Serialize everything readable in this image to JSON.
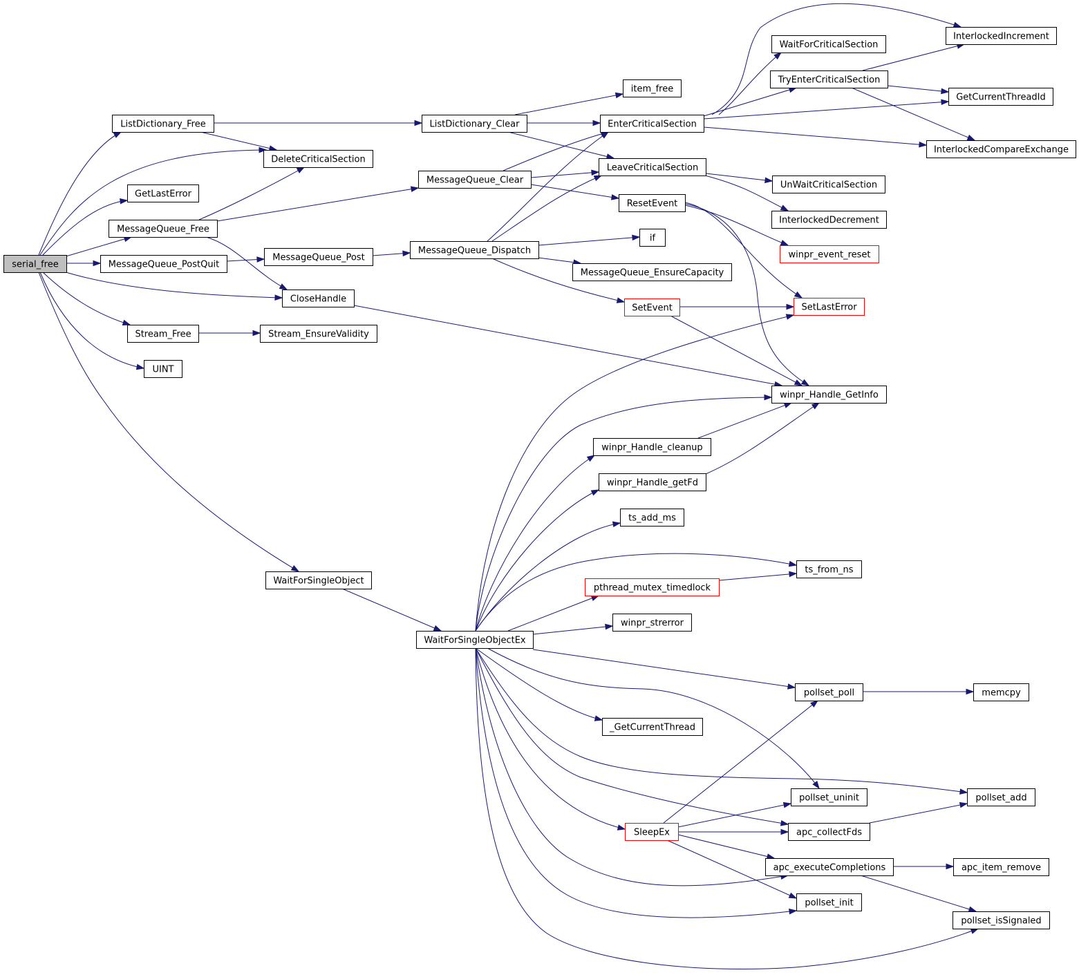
{
  "nodes": [
    {
      "id": "serial_free",
      "label": "serial_free",
      "style": "root"
    },
    {
      "id": "ListDictionary_Free",
      "label": "ListDictionary_Free"
    },
    {
      "id": "DeleteCriticalSection",
      "label": "DeleteCriticalSection"
    },
    {
      "id": "GetLastError",
      "label": "GetLastError"
    },
    {
      "id": "MessageQueue_Free",
      "label": "MessageQueue_Free"
    },
    {
      "id": "MessageQueue_PostQuit",
      "label": "MessageQueue_PostQuit"
    },
    {
      "id": "CloseHandle",
      "label": "CloseHandle"
    },
    {
      "id": "Stream_Free",
      "label": "Stream_Free"
    },
    {
      "id": "UINT",
      "label": "UINT"
    },
    {
      "id": "WaitForSingleObject",
      "label": "WaitForSingleObject"
    },
    {
      "id": "ListDictionary_Clear",
      "label": "ListDictionary_Clear"
    },
    {
      "id": "MessageQueue_Clear",
      "label": "MessageQueue_Clear"
    },
    {
      "id": "MessageQueue_Post",
      "label": "MessageQueue_Post"
    },
    {
      "id": "MessageQueue_Dispatch",
      "label": "MessageQueue_Dispatch"
    },
    {
      "id": "Stream_EnsureValidity",
      "label": "Stream_EnsureValidity"
    },
    {
      "id": "WaitForSingleObjectEx",
      "label": "WaitForSingleObjectEx"
    },
    {
      "id": "item_free",
      "label": "item_free"
    },
    {
      "id": "EnterCriticalSection",
      "label": "EnterCriticalSection"
    },
    {
      "id": "LeaveCriticalSection",
      "label": "LeaveCriticalSection"
    },
    {
      "id": "ResetEvent",
      "label": "ResetEvent"
    },
    {
      "id": "if",
      "label": "if"
    },
    {
      "id": "MessageQueue_EnsureCapacity",
      "label": "MessageQueue_EnsureCapacity"
    },
    {
      "id": "SetEvent",
      "label": "SetEvent",
      "style": "red"
    },
    {
      "id": "winpr_Handle_cleanup",
      "label": "winpr_Handle_cleanup"
    },
    {
      "id": "winpr_Handle_getFd",
      "label": "winpr_Handle_getFd"
    },
    {
      "id": "ts_add_ms",
      "label": "ts_add_ms"
    },
    {
      "id": "pthread_mutex_timedlock",
      "label": "pthread_mutex_timedlock",
      "style": "red"
    },
    {
      "id": "winpr_strerror",
      "label": "winpr_strerror"
    },
    {
      "id": "_GetCurrentThread",
      "label": "_GetCurrentThread"
    },
    {
      "id": "SleepEx",
      "label": "SleepEx",
      "style": "red"
    },
    {
      "id": "WaitForCriticalSection",
      "label": "WaitForCriticalSection"
    },
    {
      "id": "TryEnterCriticalSection",
      "label": "TryEnterCriticalSection"
    },
    {
      "id": "UnWaitCriticalSection",
      "label": "UnWaitCriticalSection"
    },
    {
      "id": "InterlockedDecrement",
      "label": "InterlockedDecrement"
    },
    {
      "id": "winpr_event_reset",
      "label": "winpr_event_reset",
      "style": "red"
    },
    {
      "id": "SetLastError",
      "label": "SetLastError",
      "style": "red"
    },
    {
      "id": "winpr_Handle_GetInfo",
      "label": "winpr_Handle_GetInfo"
    },
    {
      "id": "ts_from_ns",
      "label": "ts_from_ns"
    },
    {
      "id": "pollset_poll",
      "label": "pollset_poll"
    },
    {
      "id": "pollset_uninit",
      "label": "pollset_uninit"
    },
    {
      "id": "apc_collectFds",
      "label": "apc_collectFds"
    },
    {
      "id": "apc_executeCompletions",
      "label": "apc_executeCompletions"
    },
    {
      "id": "pollset_init",
      "label": "pollset_init"
    },
    {
      "id": "InterlockedIncrement",
      "label": "InterlockedIncrement"
    },
    {
      "id": "GetCurrentThreadId",
      "label": "GetCurrentThreadId"
    },
    {
      "id": "InterlockedCompareExchange",
      "label": "InterlockedCompareExchange"
    },
    {
      "id": "memcpy",
      "label": "memcpy"
    },
    {
      "id": "pollset_add",
      "label": "pollset_add"
    },
    {
      "id": "apc_item_remove",
      "label": "apc_item_remove"
    },
    {
      "id": "pollset_isSignaled",
      "label": "pollset_isSignaled"
    }
  ],
  "edges": [
    [
      "serial_free",
      "ListDictionary_Free"
    ],
    [
      "serial_free",
      "DeleteCriticalSection"
    ],
    [
      "serial_free",
      "GetLastError"
    ],
    [
      "serial_free",
      "MessageQueue_Free"
    ],
    [
      "serial_free",
      "MessageQueue_PostQuit"
    ],
    [
      "serial_free",
      "CloseHandle"
    ],
    [
      "serial_free",
      "Stream_Free"
    ],
    [
      "serial_free",
      "UINT"
    ],
    [
      "serial_free",
      "WaitForSingleObject"
    ],
    [
      "ListDictionary_Free",
      "DeleteCriticalSection"
    ],
    [
      "ListDictionary_Free",
      "ListDictionary_Clear"
    ],
    [
      "MessageQueue_Free",
      "DeleteCriticalSection"
    ],
    [
      "MessageQueue_Free",
      "MessageQueue_Clear"
    ],
    [
      "MessageQueue_Free",
      "CloseHandle"
    ],
    [
      "MessageQueue_PostQuit",
      "MessageQueue_Post"
    ],
    [
      "MessageQueue_Post",
      "MessageQueue_Dispatch"
    ],
    [
      "CloseHandle",
      "winpr_Handle_GetInfo"
    ],
    [
      "Stream_Free",
      "Stream_EnsureValidity"
    ],
    [
      "WaitForSingleObject",
      "WaitForSingleObjectEx"
    ],
    [
      "ListDictionary_Clear",
      "item_free"
    ],
    [
      "ListDictionary_Clear",
      "EnterCriticalSection"
    ],
    [
      "ListDictionary_Clear",
      "LeaveCriticalSection"
    ],
    [
      "MessageQueue_Clear",
      "EnterCriticalSection"
    ],
    [
      "MessageQueue_Clear",
      "LeaveCriticalSection"
    ],
    [
      "MessageQueue_Clear",
      "ResetEvent"
    ],
    [
      "MessageQueue_Dispatch",
      "EnterCriticalSection"
    ],
    [
      "MessageQueue_Dispatch",
      "LeaveCriticalSection"
    ],
    [
      "MessageQueue_Dispatch",
      "if"
    ],
    [
      "MessageQueue_Dispatch",
      "MessageQueue_EnsureCapacity"
    ],
    [
      "MessageQueue_Dispatch",
      "SetEvent"
    ],
    [
      "EnterCriticalSection",
      "WaitForCriticalSection"
    ],
    [
      "EnterCriticalSection",
      "TryEnterCriticalSection"
    ],
    [
      "EnterCriticalSection",
      "InterlockedIncrement"
    ],
    [
      "EnterCriticalSection",
      "GetCurrentThreadId"
    ],
    [
      "EnterCriticalSection",
      "InterlockedCompareExchange"
    ],
    [
      "TryEnterCriticalSection",
      "InterlockedIncrement"
    ],
    [
      "TryEnterCriticalSection",
      "GetCurrentThreadId"
    ],
    [
      "TryEnterCriticalSection",
      "InterlockedCompareExchange"
    ],
    [
      "LeaveCriticalSection",
      "UnWaitCriticalSection"
    ],
    [
      "LeaveCriticalSection",
      "InterlockedDecrement"
    ],
    [
      "ResetEvent",
      "winpr_event_reset"
    ],
    [
      "ResetEvent",
      "SetLastError"
    ],
    [
      "ResetEvent",
      "winpr_Handle_GetInfo"
    ],
    [
      "SetEvent",
      "SetLastError"
    ],
    [
      "SetEvent",
      "winpr_Handle_GetInfo"
    ],
    [
      "WaitForSingleObjectEx",
      "SetLastError"
    ],
    [
      "WaitForSingleObjectEx",
      "winpr_Handle_GetInfo"
    ],
    [
      "WaitForSingleObjectEx",
      "winpr_Handle_cleanup"
    ],
    [
      "WaitForSingleObjectEx",
      "winpr_Handle_getFd"
    ],
    [
      "WaitForSingleObjectEx",
      "ts_add_ms"
    ],
    [
      "WaitForSingleObjectEx",
      "ts_from_ns"
    ],
    [
      "WaitForSingleObjectEx",
      "pthread_mutex_timedlock"
    ],
    [
      "WaitForSingleObjectEx",
      "winpr_strerror"
    ],
    [
      "WaitForSingleObjectEx",
      "pollset_poll"
    ],
    [
      "WaitForSingleObjectEx",
      "_GetCurrentThread"
    ],
    [
      "WaitForSingleObjectEx",
      "pollset_uninit"
    ],
    [
      "WaitForSingleObjectEx",
      "pollset_add"
    ],
    [
      "WaitForSingleObjectEx",
      "apc_collectFds"
    ],
    [
      "WaitForSingleObjectEx",
      "SleepEx"
    ],
    [
      "WaitForSingleObjectEx",
      "apc_executeCompletions"
    ],
    [
      "WaitForSingleObjectEx",
      "pollset_init"
    ],
    [
      "WaitForSingleObjectEx",
      "pollset_isSignaled"
    ],
    [
      "winpr_Handle_cleanup",
      "winpr_Handle_GetInfo"
    ],
    [
      "winpr_Handle_getFd",
      "winpr_Handle_GetInfo"
    ],
    [
      "pthread_mutex_timedlock",
      "ts_from_ns"
    ],
    [
      "pollset_poll",
      "memcpy"
    ],
    [
      "SleepEx",
      "pollset_poll"
    ],
    [
      "SleepEx",
      "pollset_uninit"
    ],
    [
      "SleepEx",
      "apc_collectFds"
    ],
    [
      "SleepEx",
      "apc_executeCompletions"
    ],
    [
      "SleepEx",
      "pollset_init"
    ],
    [
      "apc_collectFds",
      "pollset_add"
    ],
    [
      "apc_executeCompletions",
      "apc_item_remove"
    ],
    [
      "apc_executeCompletions",
      "pollset_isSignaled"
    ]
  ],
  "colors": {
    "edge": "#191970",
    "root_fill": "#bfbfbf",
    "node_border": "#000000",
    "truncated_border": "#ff0000"
  }
}
